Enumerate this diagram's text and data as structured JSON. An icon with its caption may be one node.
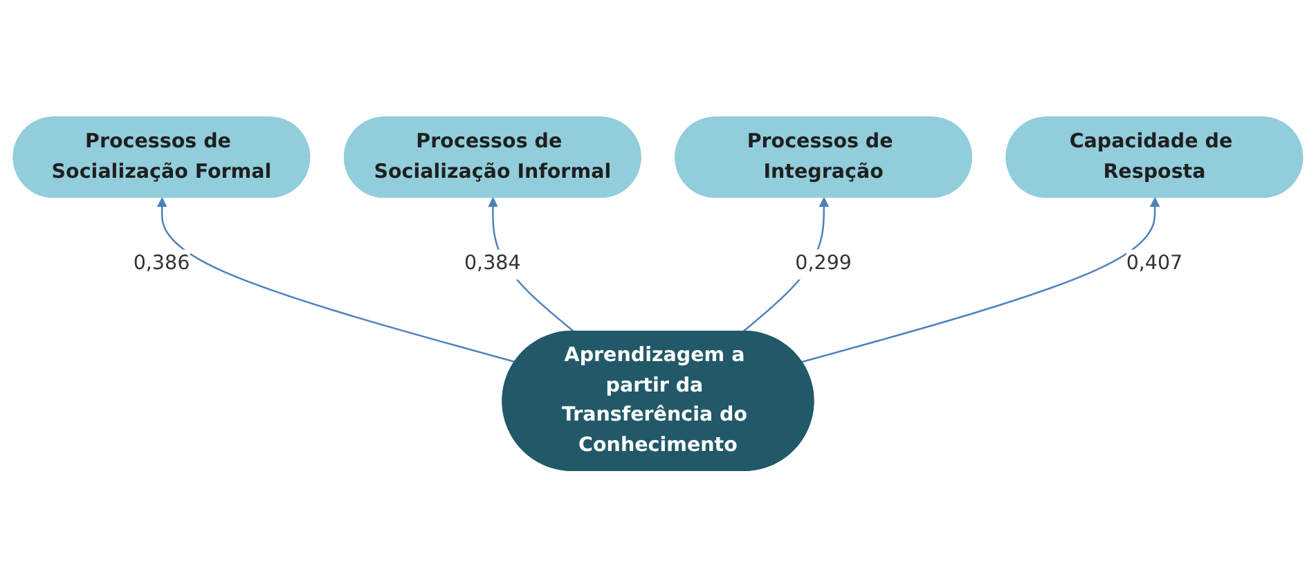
{
  "diagram": {
    "nodes": [
      {
        "text": [
          "Processos de Socialização Informal"
        ]
      },
      {
        "text": [
          "Processos de Integração"
        ]
      },
      {
        "text": [
          "Processos de Socialização Formal"
        ]
      },
      {
        "text": [
          "Capacidade de Resposta"
        ]
      },
      {
        "text": [
          "Aprendizagem a partir da Transferência do Conhecimento"
        ]
      }
    ],
    "edges": [
      {
        "from": 4,
        "to": 2,
        "arrow": "to",
        "label": "0,386"
      },
      {
        "from": 4,
        "to": 0,
        "arrow": "to",
        "label": "0,384"
      },
      {
        "from": 4,
        "to": 1,
        "arrow": "to",
        "label": "0,299"
      },
      {
        "from": 4,
        "to": 3,
        "arrow": "to",
        "label": "0,407"
      }
    ]
  }
}
